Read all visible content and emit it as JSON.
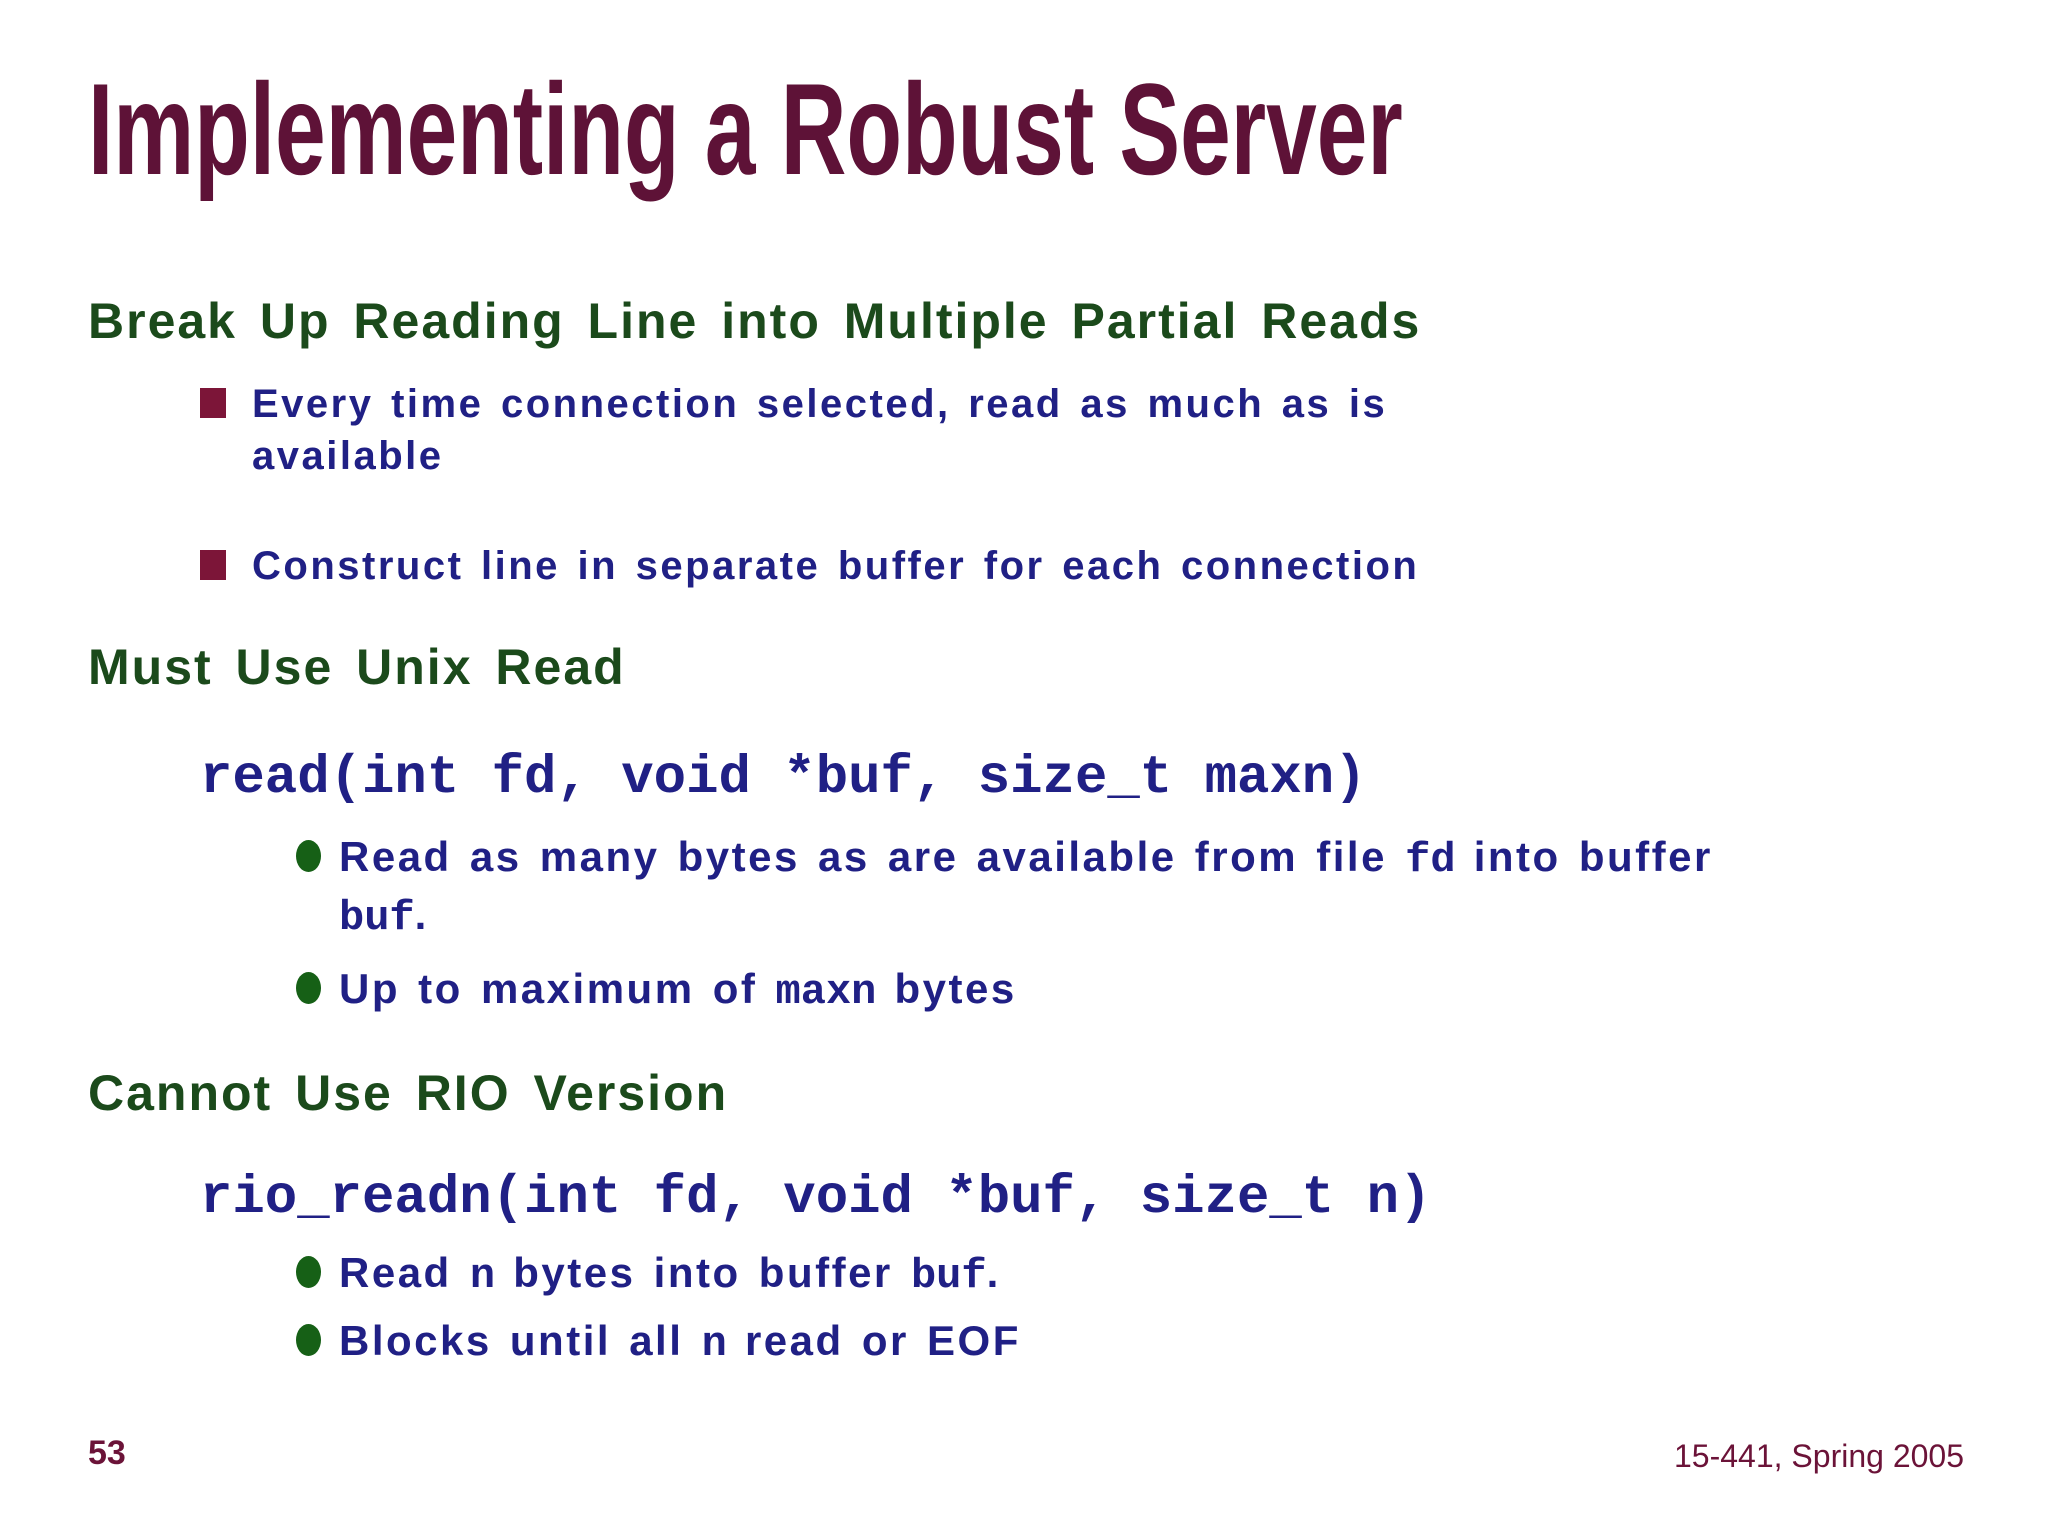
{
  "slide": {
    "title": "Implementing a Robust Server",
    "colors": {
      "title": "#5e1237",
      "heading_green": "#1b4a1b",
      "body_navy": "#202085",
      "square_bullet": "#7c1538",
      "round_bullet": "#166016",
      "footer_maroon": "#6b1338",
      "background": "#ffffff"
    },
    "sections": [
      {
        "heading": "Break Up Reading Line into Multiple Partial Reads",
        "bullets": [
          {
            "segments": [
              {
                "t": "Every time connection selected, read as much as is available"
              }
            ]
          },
          {
            "segments": [
              {
                "t": "Construct line in separate buffer for each connection"
              }
            ]
          }
        ]
      },
      {
        "heading": "Must Use Unix Read",
        "code": "read(int fd, void *buf, size_t maxn)",
        "bullets": [
          {
            "segments": [
              {
                "t": "Read as many bytes as are available from file "
              },
              {
                "t": "fd",
                "code": true
              },
              {
                "t": " into buffer "
              },
              {
                "t": "buf",
                "code": true
              },
              {
                "t": "."
              }
            ]
          },
          {
            "segments": [
              {
                "t": "Up to maximum of "
              },
              {
                "t": "maxn",
                "code": true
              },
              {
                "t": " bytes"
              }
            ]
          }
        ]
      },
      {
        "heading": "Cannot Use RIO Version",
        "code": "rio_readn(int fd, void *buf, size_t n)",
        "bullets": [
          {
            "segments": [
              {
                "t": "Read "
              },
              {
                "t": "n",
                "code": true
              },
              {
                "t": " bytes into buffer "
              },
              {
                "t": "buf",
                "code": true
              },
              {
                "t": "."
              }
            ]
          },
          {
            "segments": [
              {
                "t": "Blocks until all "
              },
              {
                "t": "n",
                "code": true
              },
              {
                "t": " read or EOF"
              }
            ]
          }
        ]
      }
    ],
    "footer": {
      "page_number": "53",
      "course": "15-441, Spring 2005"
    }
  }
}
